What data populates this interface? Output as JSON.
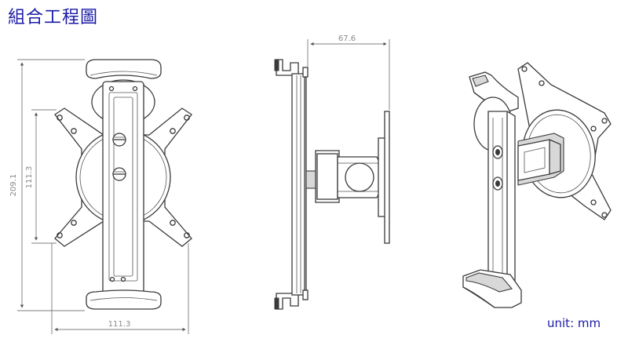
{
  "title": "組合工程圖",
  "unit_label": "unit: mm",
  "dimensions": {
    "front_height": "209.1",
    "front_inner_height": "111.3",
    "front_width": "111.3",
    "side_depth": "67.6"
  },
  "views": [
    "front-view",
    "side-view",
    "isometric-view"
  ]
}
